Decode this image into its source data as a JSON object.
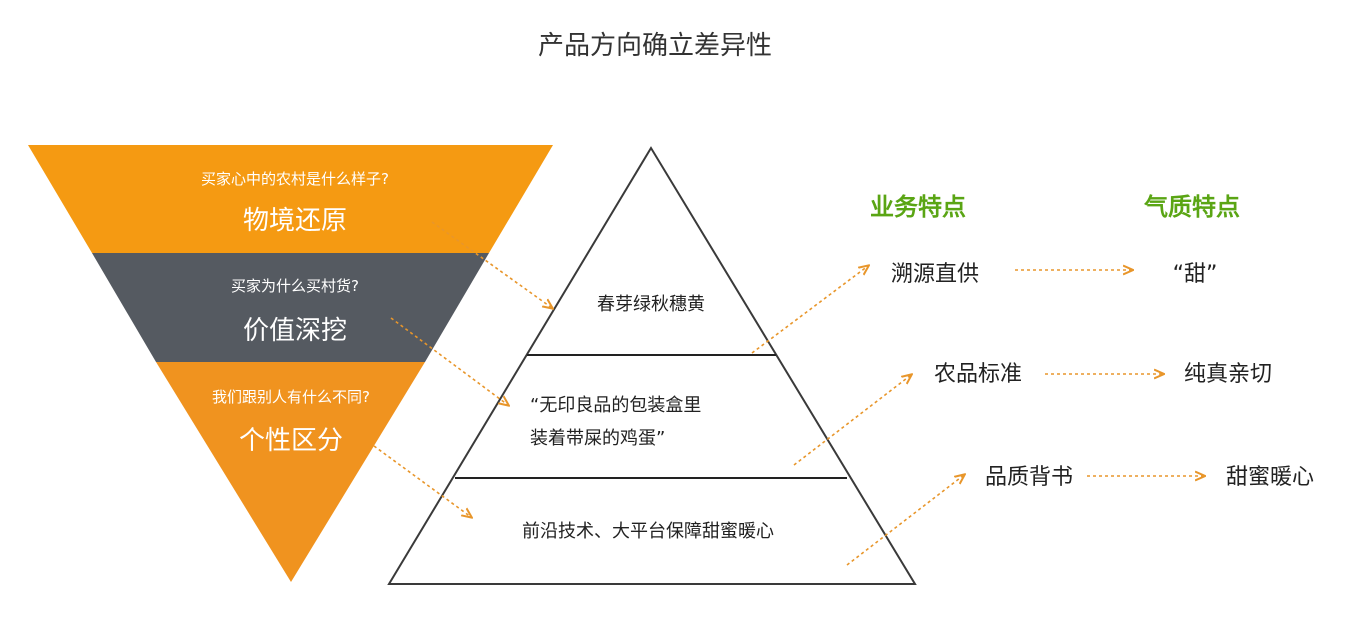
{
  "title": "产品方向确立差异性",
  "funnel": {
    "bands": [
      {
        "question": "买家心中的农村是什么样子?",
        "heading": "物境还原",
        "color": "#f59a12"
      },
      {
        "question": "买家为什么买村货?",
        "heading": "价值深挖",
        "color": "#555a61"
      },
      {
        "question": "我们跟别人有什么不同?",
        "heading": "个性区分",
        "color": "#f0931f"
      }
    ]
  },
  "pyramid": {
    "levels": [
      {
        "lines": [
          "春芽绿秋穗黄"
        ]
      },
      {
        "lines": [
          "“无印良品的包装盒里",
          "装着带屎的鸡蛋”"
        ]
      },
      {
        "lines": [
          "前沿技术、大平台保障甜蜜暖心"
        ]
      }
    ]
  },
  "columns": {
    "business_header": "业务特点",
    "quality_header": "气质特点"
  },
  "business": [
    "溯源直供",
    "农品标准",
    "品质背书"
  ],
  "quality": [
    "“甜”",
    "纯真亲切",
    "甜蜜暖心"
  ],
  "colors": {
    "accent_orange": "#f59a12",
    "dark_gray": "#555a61",
    "header_green": "#5aa514",
    "arrow_orange": "#e8962b"
  }
}
